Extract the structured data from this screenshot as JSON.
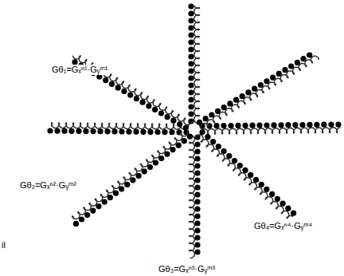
{
  "diagram": {
    "labels": [
      "Gθ₁=Gₓⁿ¹·Gᵧᵐ¹",
      "Gθ₂=Gₓⁿ²·Gᵧᵐ²",
      "Gθ₃=Gₓⁿ³·Gᵧᵐ³",
      "Gθ₄=Gₓⁿ⁴·Gᵧᵐ⁴",
      "il"
    ]
  }
}
